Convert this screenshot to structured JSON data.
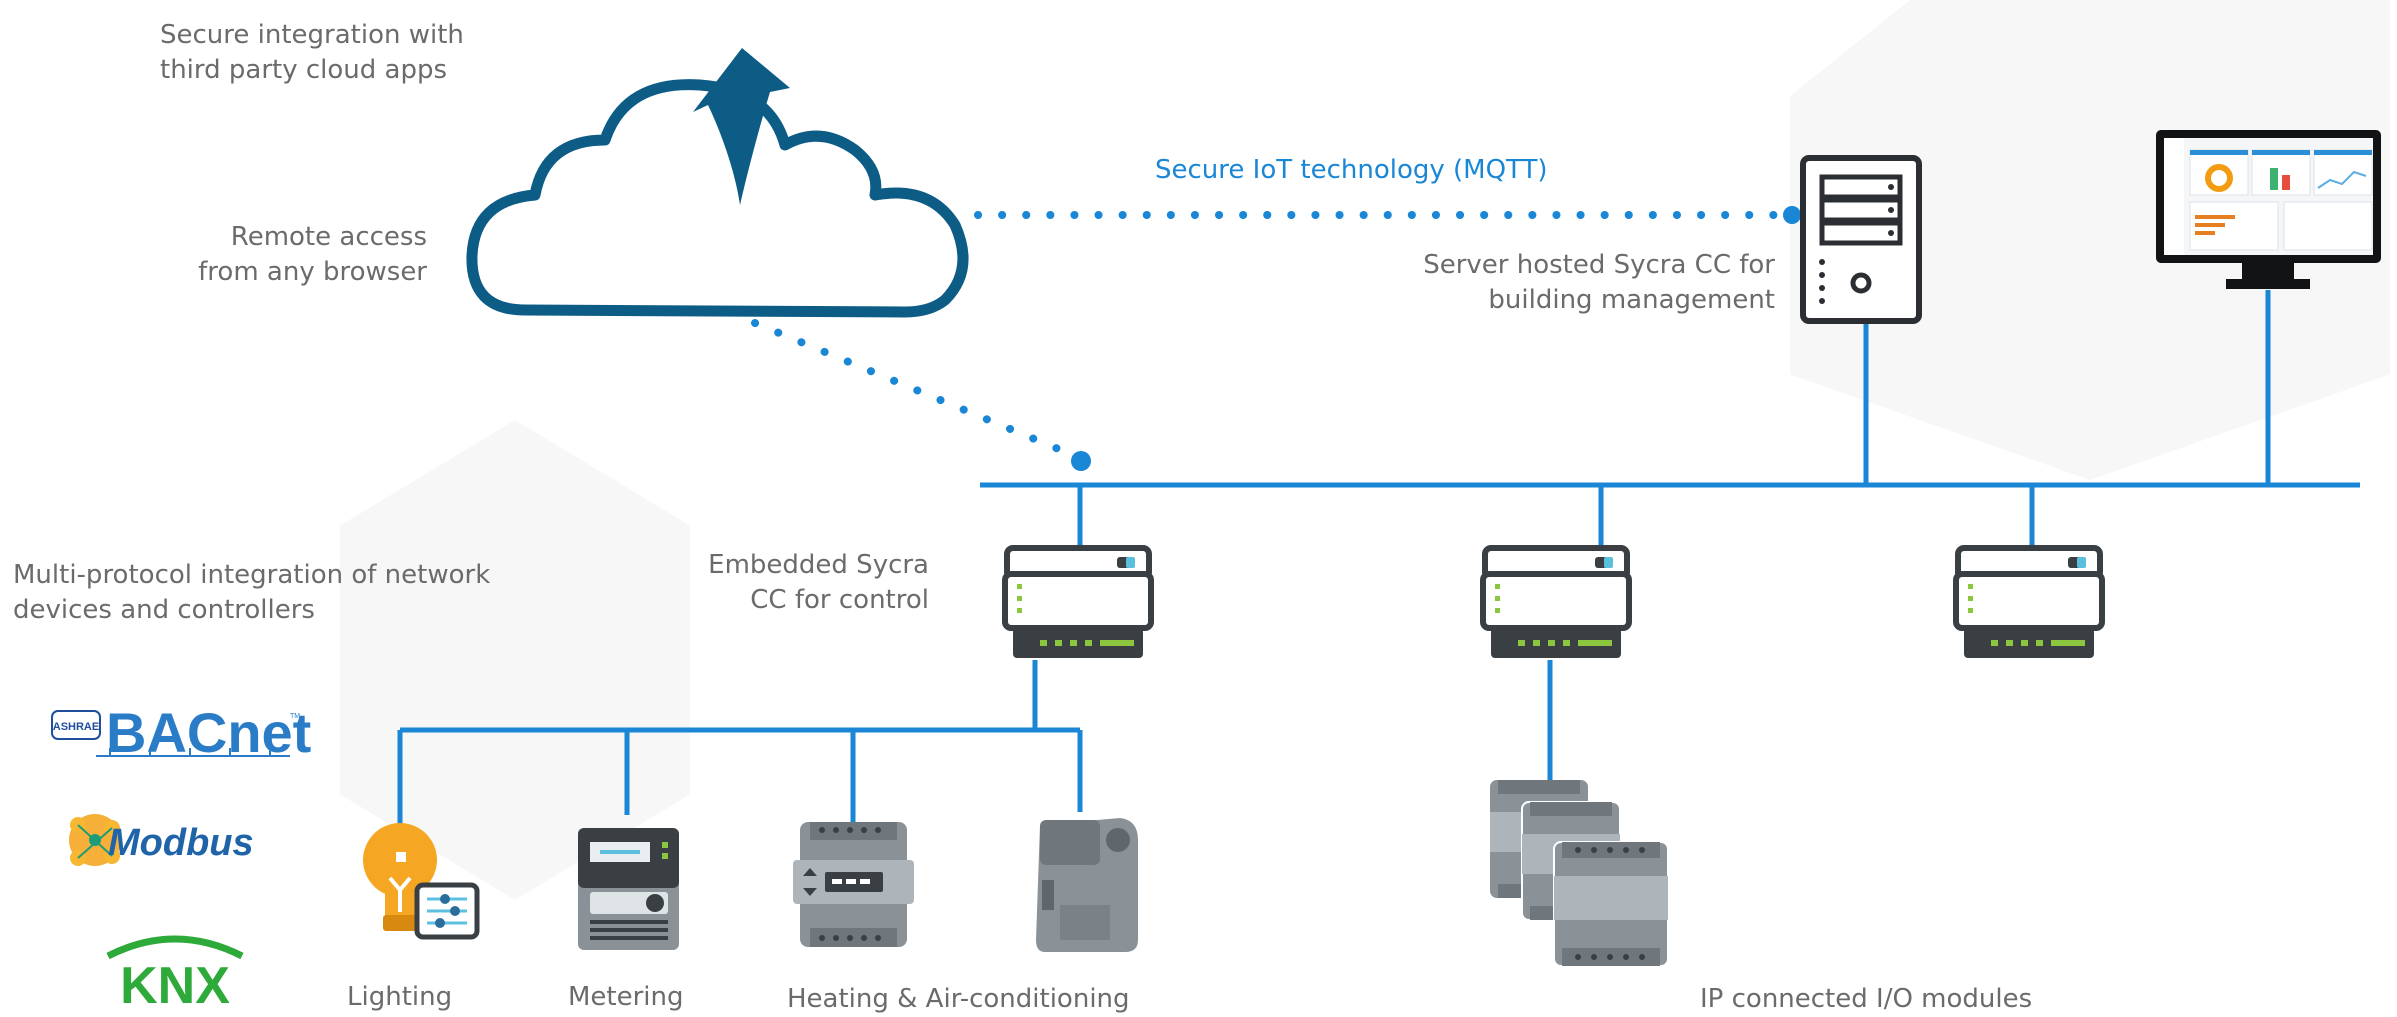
{
  "labels": {
    "cloud_integration": [
      "Secure integration with",
      "third party cloud apps"
    ],
    "remote_access": [
      "Remote access",
      "from any browser"
    ],
    "iot_link": "Secure IoT technology (MQTT)",
    "server": [
      "Server hosted Sycra CC for",
      "building management"
    ],
    "embedded": [
      "Embedded Sycra",
      "CC for control"
    ],
    "multi_protocol": [
      "Multi-protocol integration of network",
      "devices and controllers"
    ],
    "lighting": "Lighting",
    "metering": "Metering",
    "hvac": "Heating & Air-conditioning",
    "io_modules": "IP connected I/O modules"
  },
  "protocols": {
    "bacnet": "BACnet",
    "bacnet_badge": "ASHRAE",
    "bacnet_tm": "TM",
    "modbus": "Modbus",
    "knx": "KNX"
  },
  "colors": {
    "line": "#1a86d6",
    "cloud": "#0d5c86",
    "device_dark": "#3a3f44",
    "device_gray": "#8a9298",
    "accent_green": "#8cc63f",
    "text": "#6b6b6b"
  }
}
